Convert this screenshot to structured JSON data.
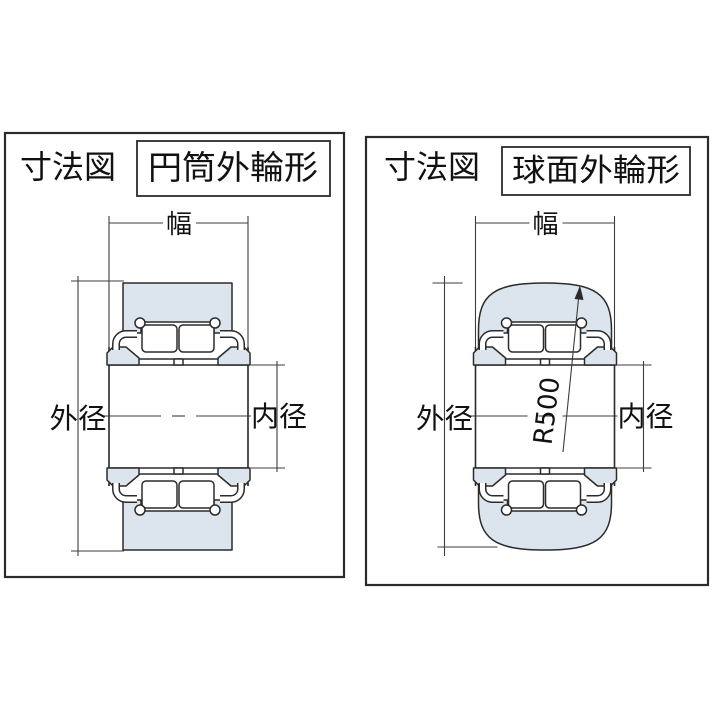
{
  "common_labels": {
    "width": "幅",
    "outer_diameter": "外径",
    "inner_diameter": "内径"
  },
  "left_panel": {
    "corner_label": "寸法図",
    "title": "円筒外輪形"
  },
  "right_panel": {
    "corner_label": "寸法図",
    "title": "球面外輪形",
    "radius_label": "R500"
  },
  "colors": {
    "shade": "#dce4ee",
    "outline": "#2b2b2b",
    "dimension": "#3c3c3c",
    "text": "#111111",
    "background": "#ffffff"
  }
}
